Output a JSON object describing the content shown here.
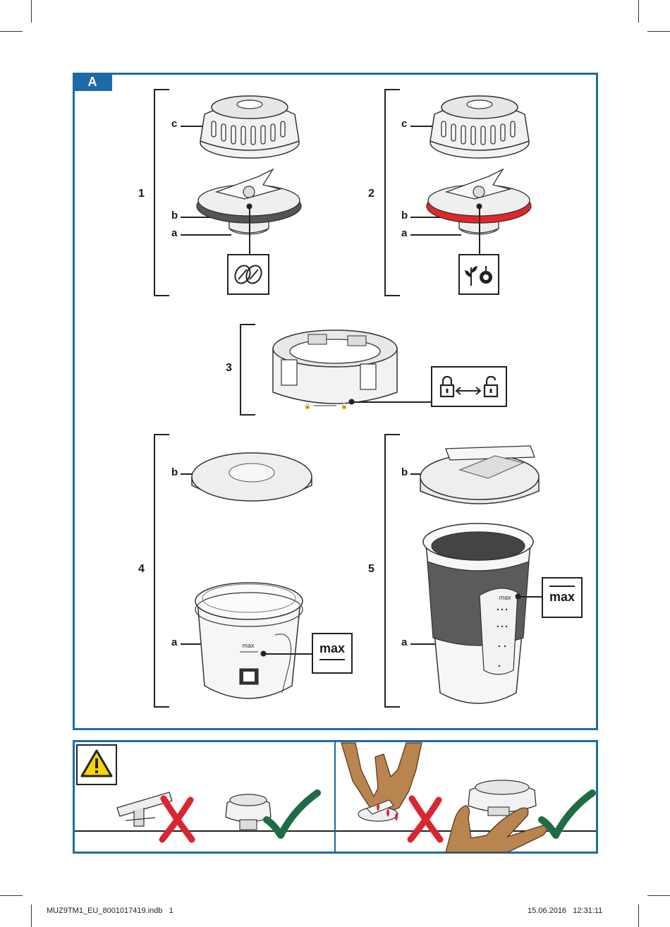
{
  "panel_a": {
    "tag": "A",
    "steps": [
      {
        "num": "1",
        "labels": [
          "c",
          "b",
          "a"
        ]
      },
      {
        "num": "2",
        "labels": [
          "c",
          "b",
          "a"
        ]
      },
      {
        "num": "3",
        "labels": []
      },
      {
        "num": "4",
        "labels": [
          "b",
          "a"
        ]
      },
      {
        "num": "5",
        "labels": [
          "b",
          "a"
        ]
      }
    ],
    "max_symbol": "max",
    "cup_scale_text": "max"
  },
  "colors": {
    "frame": "#1e6aa8",
    "seal_grey": "#555555",
    "seal_red": "#e0262b",
    "cross": "#d92630",
    "check": "#1f6b45"
  },
  "footer": {
    "file": "MUZ9TM1_EU_8001017419.indb   1",
    "timestamp": "15.06.2016   12:31:11"
  }
}
